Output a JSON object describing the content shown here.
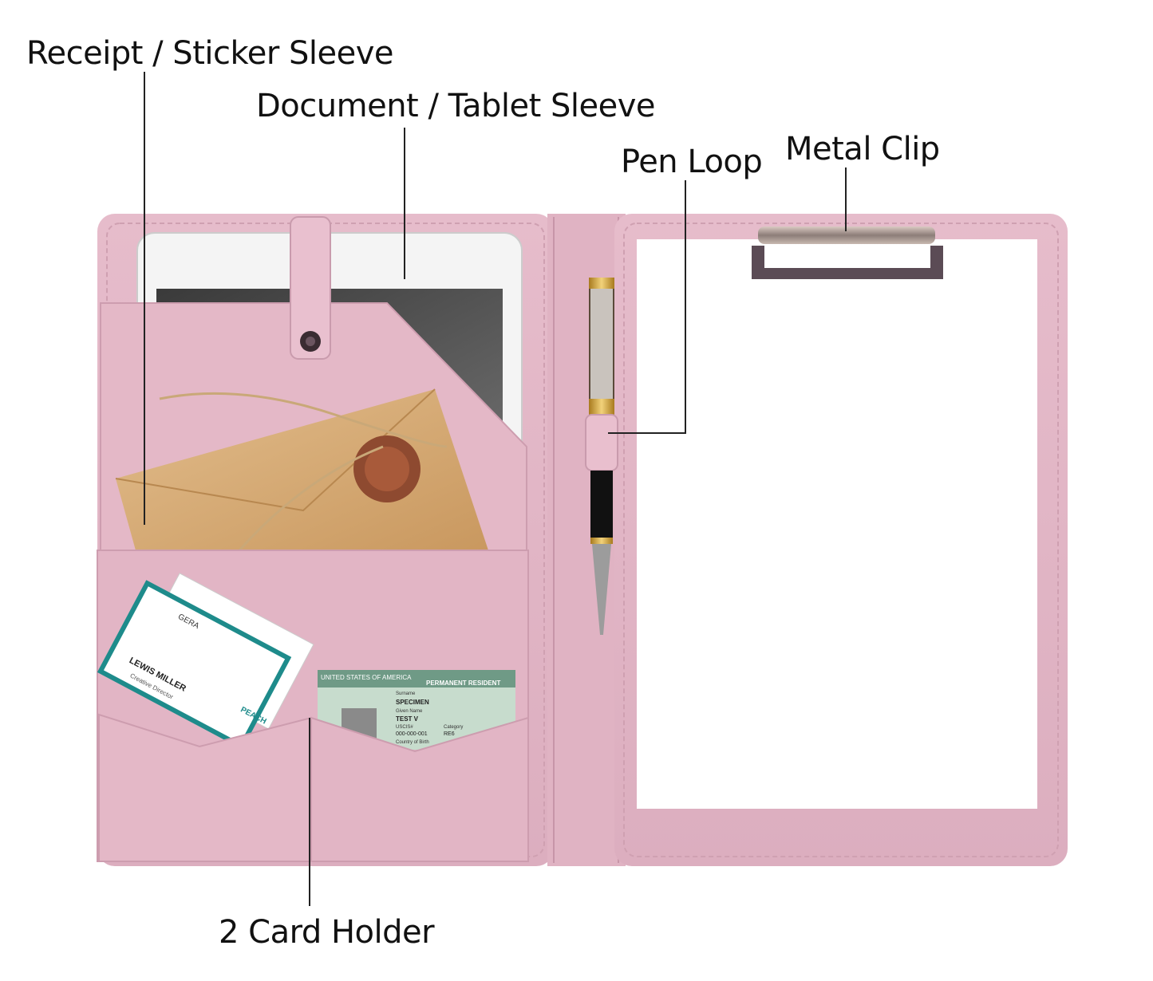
{
  "callouts": {
    "receipt_sleeve": "Receipt / Sticker Sleeve",
    "document_sleeve": "Document / Tablet Sleeve",
    "pen_loop": "Pen Loop",
    "metal_clip": "Metal Clip",
    "card_holder": "2 Card Holder"
  },
  "business_card": {
    "name": "LEWIS MILLER",
    "title": "Creative Director",
    "brand": "PEACH",
    "back_text": "GERA"
  },
  "id_card": {
    "country": "UNITED STATES OF AMERICA",
    "type": "PERMANENT RESIDENT",
    "surname_label": "Surname",
    "surname": "SPECIMEN",
    "given_label": "Given Name",
    "given": "TEST V",
    "uscis_label": "USCIS#",
    "uscis": "000-000-001",
    "category_label": "Category",
    "category": "RE6",
    "birth_label": "Country of Birth"
  },
  "colors": {
    "leather": "#e2b6c5",
    "leather_dark": "#cf9fb1",
    "paper": "#ffffff",
    "envelope": "#d8ad7a"
  }
}
